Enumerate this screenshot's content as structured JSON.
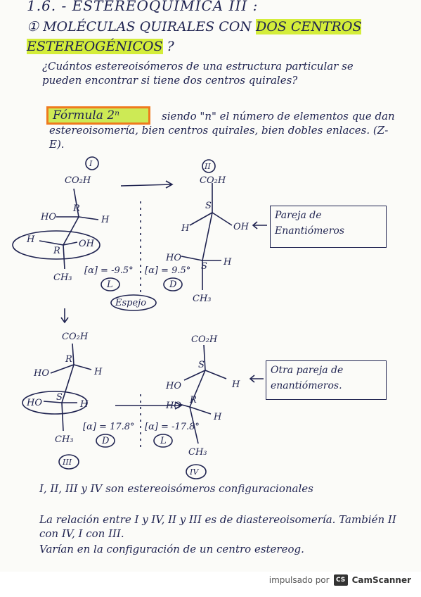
{
  "heading": {
    "title": "1.6. - ESTEREOQUÍMICA III :",
    "section_prefix": "① MOLÉCULAS QUIRALES CON ",
    "section_highlight": "DOS CENTROS ESTEREOGÉNICOS",
    "section_suffix": " ?"
  },
  "question": "¿Cuántos estereoisómeros de una estructura particular se pueden encontrar si tiene dos centros quirales?",
  "formula": {
    "label": "Fórmula 2ⁿ",
    "text": "siendo \"n\" el número de elementos que dan estereoisomería, bien centros quirales, bien dobles enlaces. (Z-E)."
  },
  "molecules": {
    "I": {
      "label": "I",
      "top": "CO₂H",
      "c1": "R",
      "c2": "R",
      "left1": "HO",
      "right1": "H",
      "left2": "H",
      "right2": "OH",
      "bottom": "CH₃",
      "alpha": "[α] = -9.5°",
      "tag": "L"
    },
    "II": {
      "label": "II",
      "top": "CO₂H",
      "c1": "S",
      "c2": "S",
      "left1": "H",
      "right1": "OH",
      "left2": "HO",
      "right2": "H",
      "bottom": "CH₃",
      "alpha": "[α] = 9.5°",
      "tag": "D"
    },
    "III": {
      "label": "III",
      "top": "CO₂H",
      "c1": "R",
      "c2": "S",
      "left1": "HO",
      "right1": "H",
      "left2": "HO",
      "right2": "H",
      "bottom": "CH₃",
      "alpha": "[α] = 17.8°",
      "tag": "D"
    },
    "IV": {
      "label": "IV",
      "top": "CO₂H",
      "c1": "S",
      "c2": "R",
      "left1": "HO",
      "right1": "H",
      "left2": "HO",
      "right2": "H",
      "bottom": "CH₃",
      "alpha": "[α] = -17.8°",
      "tag": "L"
    }
  },
  "mirror_label": "Espejo",
  "notes": {
    "pair1": "Pareja de Enantiómeros",
    "pair2": "Otra pareja de enantiómeros."
  },
  "conclusions": [
    "I, II, III y IV son estereoisómeros configuracionales",
    "La relación entre I y IV, II y III es de diastereoisomería. También II con IV, I con III.",
    "Varían en la configuración de un centro estereog."
  ],
  "footer": {
    "powered_by": "impulsado por",
    "icon": "CS",
    "brand": "CamScanner"
  }
}
